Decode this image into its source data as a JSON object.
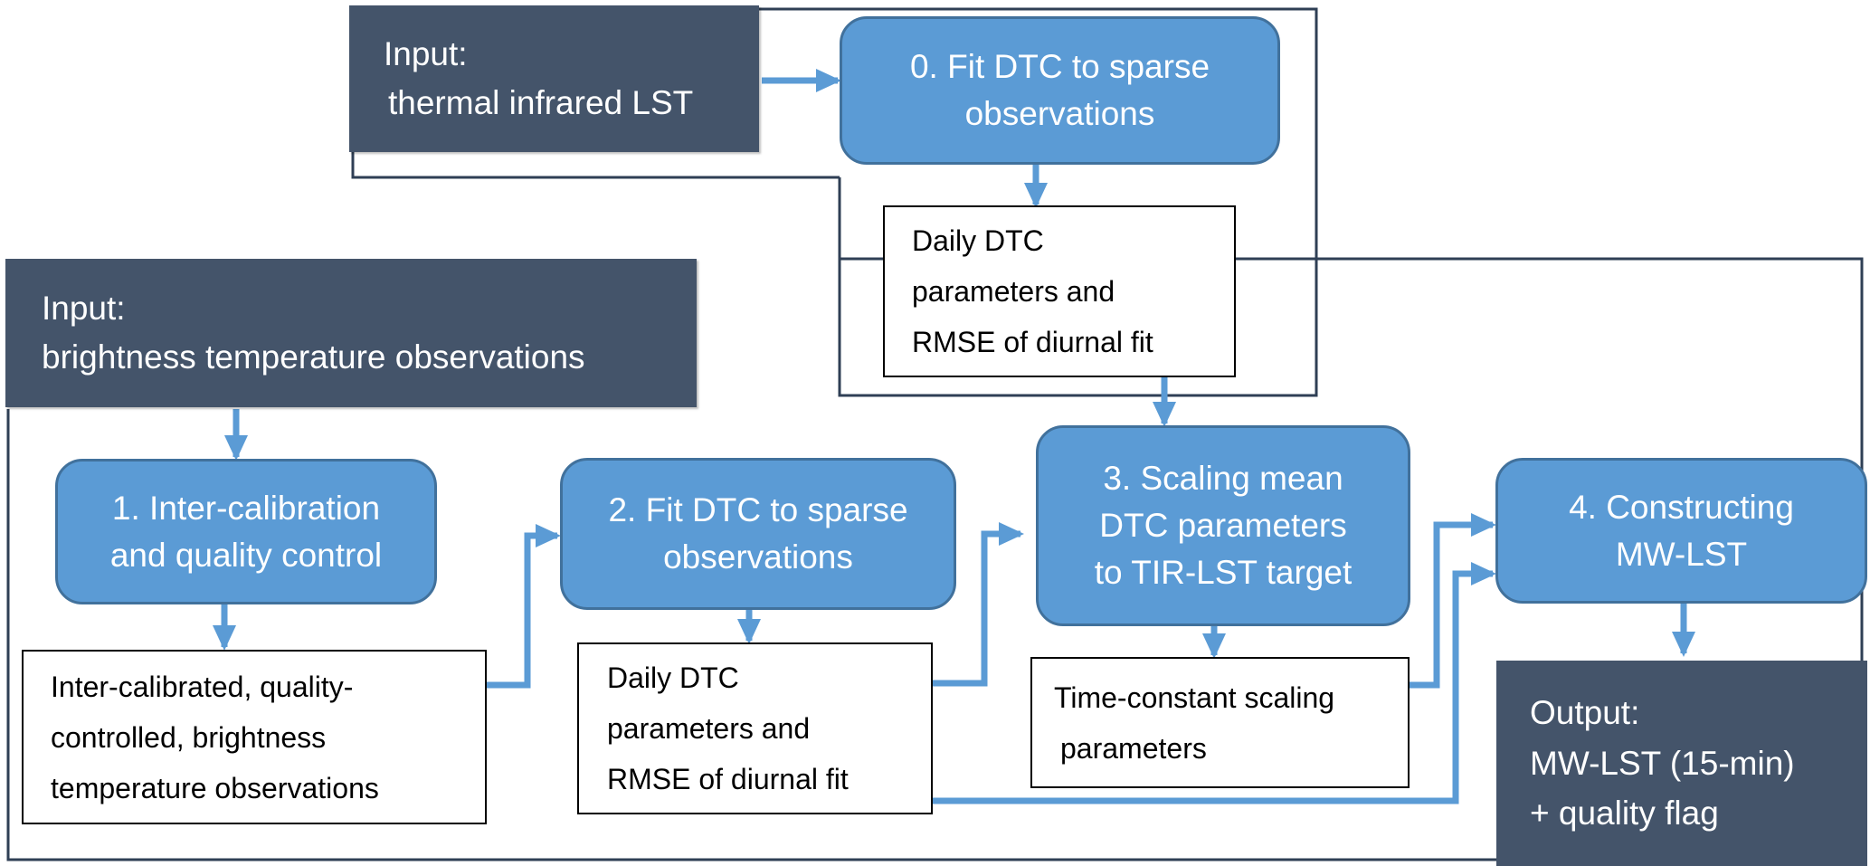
{
  "inputs": {
    "tir": {
      "lines": [
        "Input:",
        "thermal infrared LST"
      ]
    },
    "tb": {
      "lines": [
        "Input:",
        "brightness temperature observations"
      ]
    }
  },
  "steps": {
    "step0": {
      "lines": [
        "0. Fit DTC to sparse",
        "observations"
      ]
    },
    "step1": {
      "lines": [
        "1. Inter-calibration",
        "and quality control"
      ]
    },
    "step2": {
      "lines": [
        "2. Fit DTC to sparse",
        "observations"
      ]
    },
    "step3": {
      "lines": [
        "3. Scaling mean",
        "DTC parameters",
        "to TIR-LST target"
      ]
    },
    "step4": {
      "lines": [
        "4. Constructing",
        "MW-LST"
      ]
    }
  },
  "products": {
    "daily_dtc_tir": {
      "lines": [
        "Daily DTC",
        "parameters and",
        "RMSE of diurnal fit"
      ]
    },
    "calibrated_tb": {
      "lines": [
        "Inter-calibrated, quality-",
        "controlled, brightness",
        "temperature observations"
      ]
    },
    "daily_dtc_mw": {
      "lines": [
        "Daily DTC",
        "parameters and",
        "RMSE of diurnal fit"
      ]
    },
    "scaling_params": {
      "lines": [
        "Time-constant scaling",
        "parameters"
      ]
    }
  },
  "output": {
    "lines": [
      "Output:",
      "MW-LST (15-min)",
      "+ quality flag"
    ]
  },
  "colors": {
    "input_fill": "#44546a",
    "process_fill": "#5b9bd5",
    "process_border": "#41719c",
    "arrow": "#5b9bd5",
    "outline": "#2f3f55"
  }
}
